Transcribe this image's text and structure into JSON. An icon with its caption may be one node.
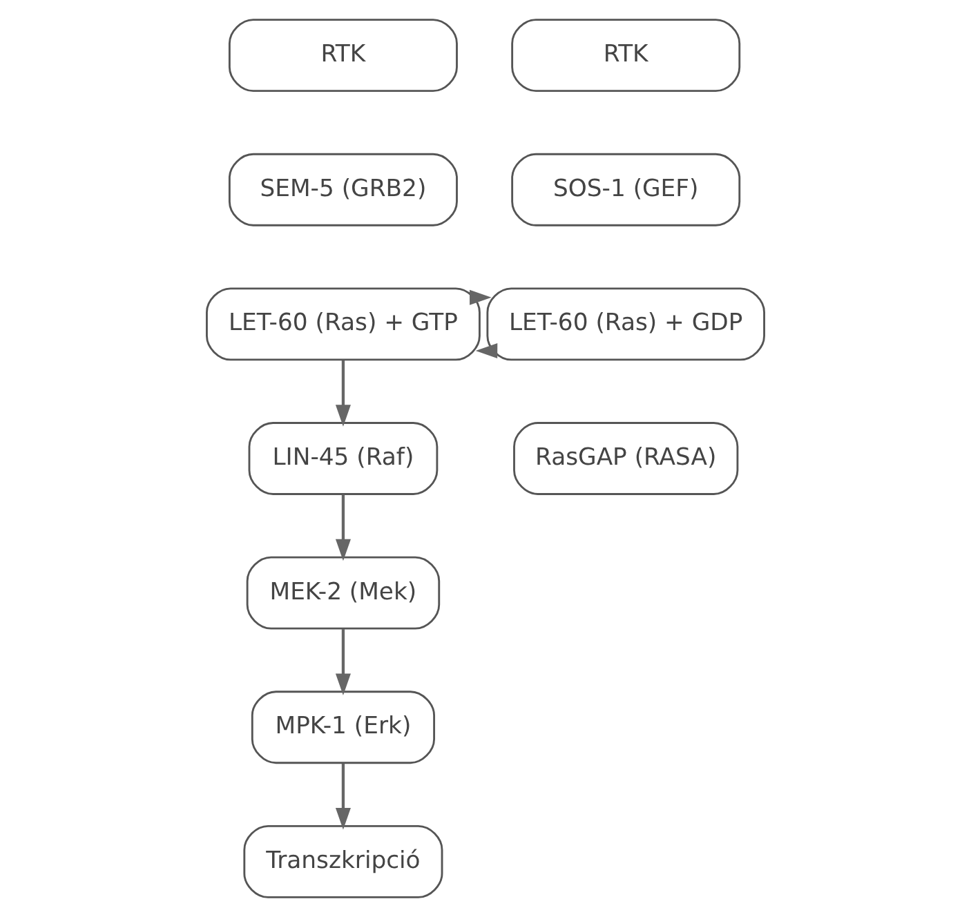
{
  "diagram": {
    "nodes": [
      {
        "text": [
          "RTK"
        ]
      },
      {
        "text": [
          "RTK"
        ]
      },
      {
        "text": [
          "SEM-5 (GRB2)"
        ]
      },
      {
        "text": [
          "SOS-1 (GEF)"
        ]
      },
      {
        "text": [
          "LET-60 (Ras) + GTP"
        ]
      },
      {
        "text": [
          "LET-60 (Ras) + GDP"
        ]
      },
      {
        "text": [
          "RasGAP (RASA)"
        ]
      },
      {
        "text": [
          "LIN-45 (Raf)"
        ]
      },
      {
        "text": [
          "MEK-2 (Mek)"
        ]
      },
      {
        "text": [
          "MPK-1 (Erk)"
        ]
      },
      {
        "text": [
          "Transzkripció"
        ]
      }
    ],
    "edges": [
      {
        "from": 5,
        "to": 4,
        "arrow": "to"
      },
      {
        "from": 4,
        "to": 5,
        "arrow": "to"
      },
      {
        "from": 4,
        "to": 7,
        "arrow": "to"
      },
      {
        "from": 7,
        "to": 8,
        "arrow": "to"
      },
      {
        "from": 8,
        "to": 9,
        "arrow": "to"
      },
      {
        "from": 9,
        "to": 10,
        "arrow": "to"
      }
    ]
  }
}
